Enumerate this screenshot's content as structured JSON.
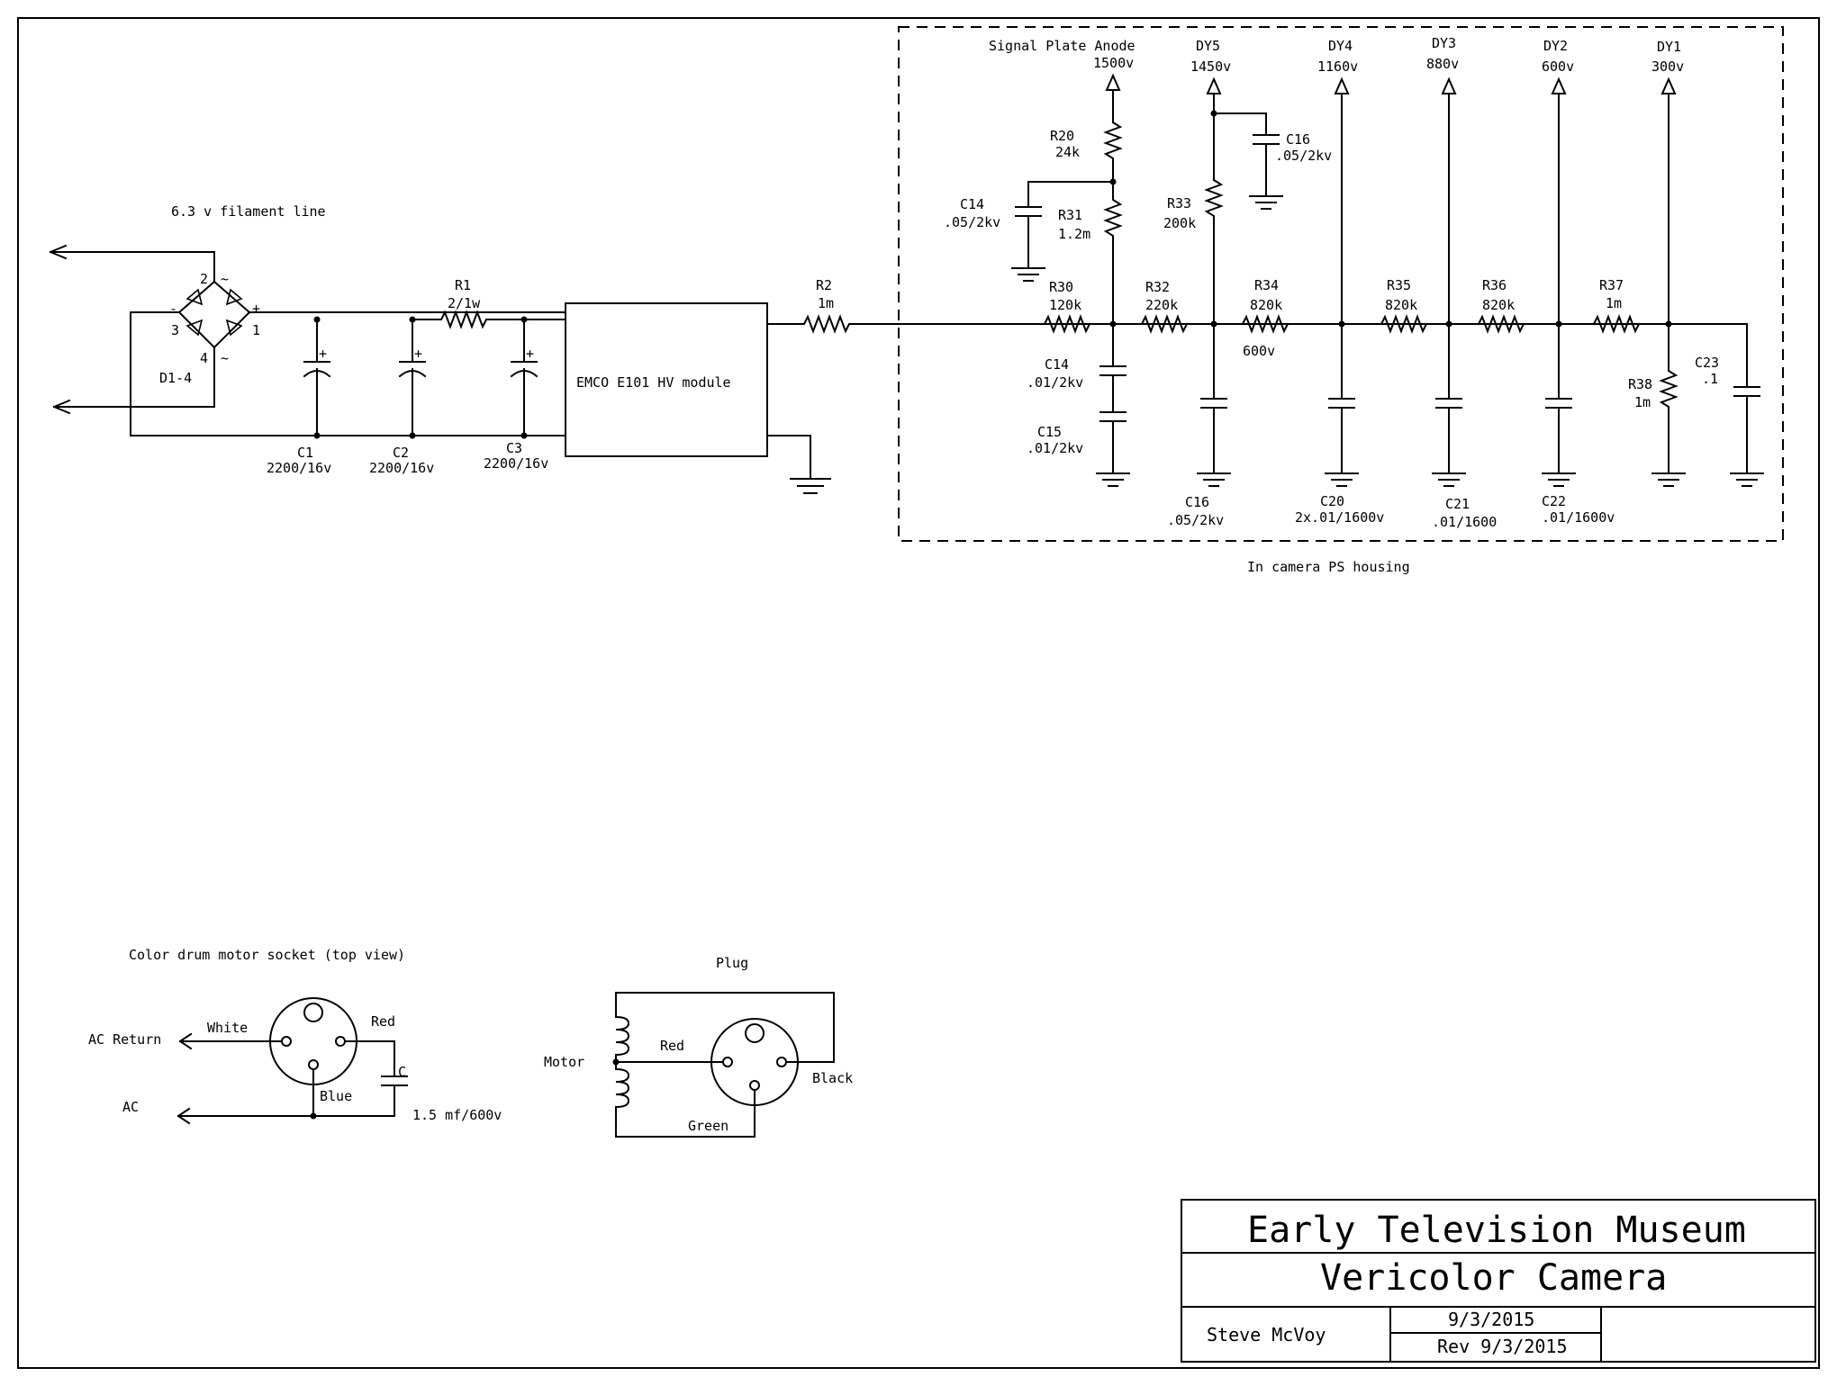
{
  "sheet": {
    "filament_label": "6.3 v filament line",
    "bridge_label": "D1-4",
    "bridge_pins": [
      "2",
      "~",
      "-",
      "+",
      "3",
      "1",
      "4",
      "~"
    ],
    "r1": {
      "name": "R1",
      "value": "2/1w"
    },
    "r2": {
      "name": "R2",
      "value": "1m"
    },
    "c1": {
      "name": "C1",
      "value": "2200/16v"
    },
    "c2": {
      "name": "C2",
      "value": "2200/16v"
    },
    "c3": {
      "name": "C3",
      "value": "2200/16v"
    },
    "polarity": "+",
    "module_label": "EMCO E101 HV module"
  },
  "housing": {
    "label": "In camera PS housing",
    "signal_plate": {
      "name": "Signal Plate Anode",
      "voltage": "1500v"
    },
    "dy5": {
      "name": "DY5",
      "voltage": "1450v"
    },
    "dy4": {
      "name": "DY4",
      "voltage": "1160v"
    },
    "dy3": {
      "name": "DY3",
      "voltage": "880v"
    },
    "dy2": {
      "name": "DY2",
      "voltage": "600v"
    },
    "dy1": {
      "name": "DY1",
      "voltage": "300v"
    },
    "r20": {
      "name": "R20",
      "value": "24k"
    },
    "r31": {
      "name": "R31",
      "value": "1.2m"
    },
    "r30": {
      "name": "R30",
      "value": "120k"
    },
    "r32": {
      "name": "R32",
      "value": "220k"
    },
    "r33": {
      "name": "R33",
      "value": "200k"
    },
    "r34": {
      "name": "R34",
      "value": "820k"
    },
    "r35": {
      "name": "R35",
      "value": "820k"
    },
    "r36": {
      "name": "R36",
      "value": "820k"
    },
    "r37": {
      "name": "R37",
      "value": "1m"
    },
    "r38": {
      "name": "R38",
      "value": "1m"
    },
    "c14a": {
      "name": "C14",
      "value": ".05/2kv"
    },
    "c14b": {
      "name": "C14",
      "value": ".01/2kv"
    },
    "c15": {
      "name": "C15",
      "value": ".01/2kv"
    },
    "c16a": {
      "name": "C16",
      "value": ".05/2kv"
    },
    "c16b": {
      "name": "C16",
      "value": ".05/2kv"
    },
    "c20": {
      "name": "C20",
      "value": "2x.01/1600v"
    },
    "c21": {
      "name": "C21",
      "value": ".01/1600"
    },
    "c22": {
      "name": "C22",
      "value": ".01/1600v"
    },
    "c23": {
      "name": "C23",
      "value": ".1"
    },
    "node_600": "600v"
  },
  "socket": {
    "title": "Color drum motor socket (top view)",
    "ac_return": "AC Return",
    "ac": "AC",
    "white": "White",
    "red": "Red",
    "blue": "Blue",
    "cap_name": "C",
    "cap_value": "1.5 mf/600v"
  },
  "plug": {
    "title": "Plug",
    "motor": "Motor",
    "red": "Red",
    "black": "Black",
    "green": "Green"
  },
  "title_block": {
    "org": "Early Television Museum",
    "title": "Vericolor Camera",
    "author": "Steve McVoy",
    "date": "9/3/2015",
    "rev": "Rev 9/3/2015"
  }
}
